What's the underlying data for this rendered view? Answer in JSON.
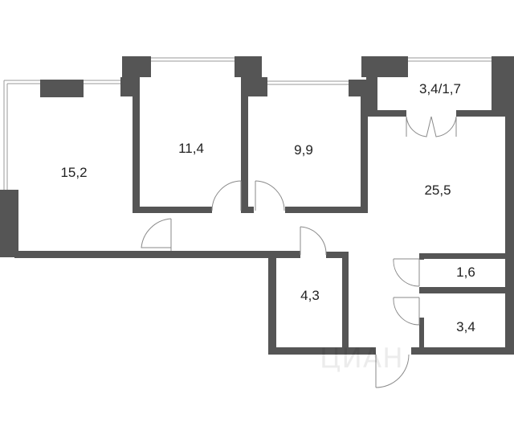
{
  "plan": {
    "wall_color": "#555555",
    "rooms": [
      {
        "id": "room-1",
        "area": "15,2"
      },
      {
        "id": "room-2",
        "area": "11,4"
      },
      {
        "id": "room-3",
        "area": "9,9"
      },
      {
        "id": "room-4",
        "area": "3,4/1,7"
      },
      {
        "id": "room-5",
        "area": "25,5"
      },
      {
        "id": "room-6",
        "area": "4,3"
      },
      {
        "id": "room-7",
        "area": "1,6"
      },
      {
        "id": "room-8",
        "area": "3,4"
      }
    ],
    "watermark": "ЦИАН"
  }
}
